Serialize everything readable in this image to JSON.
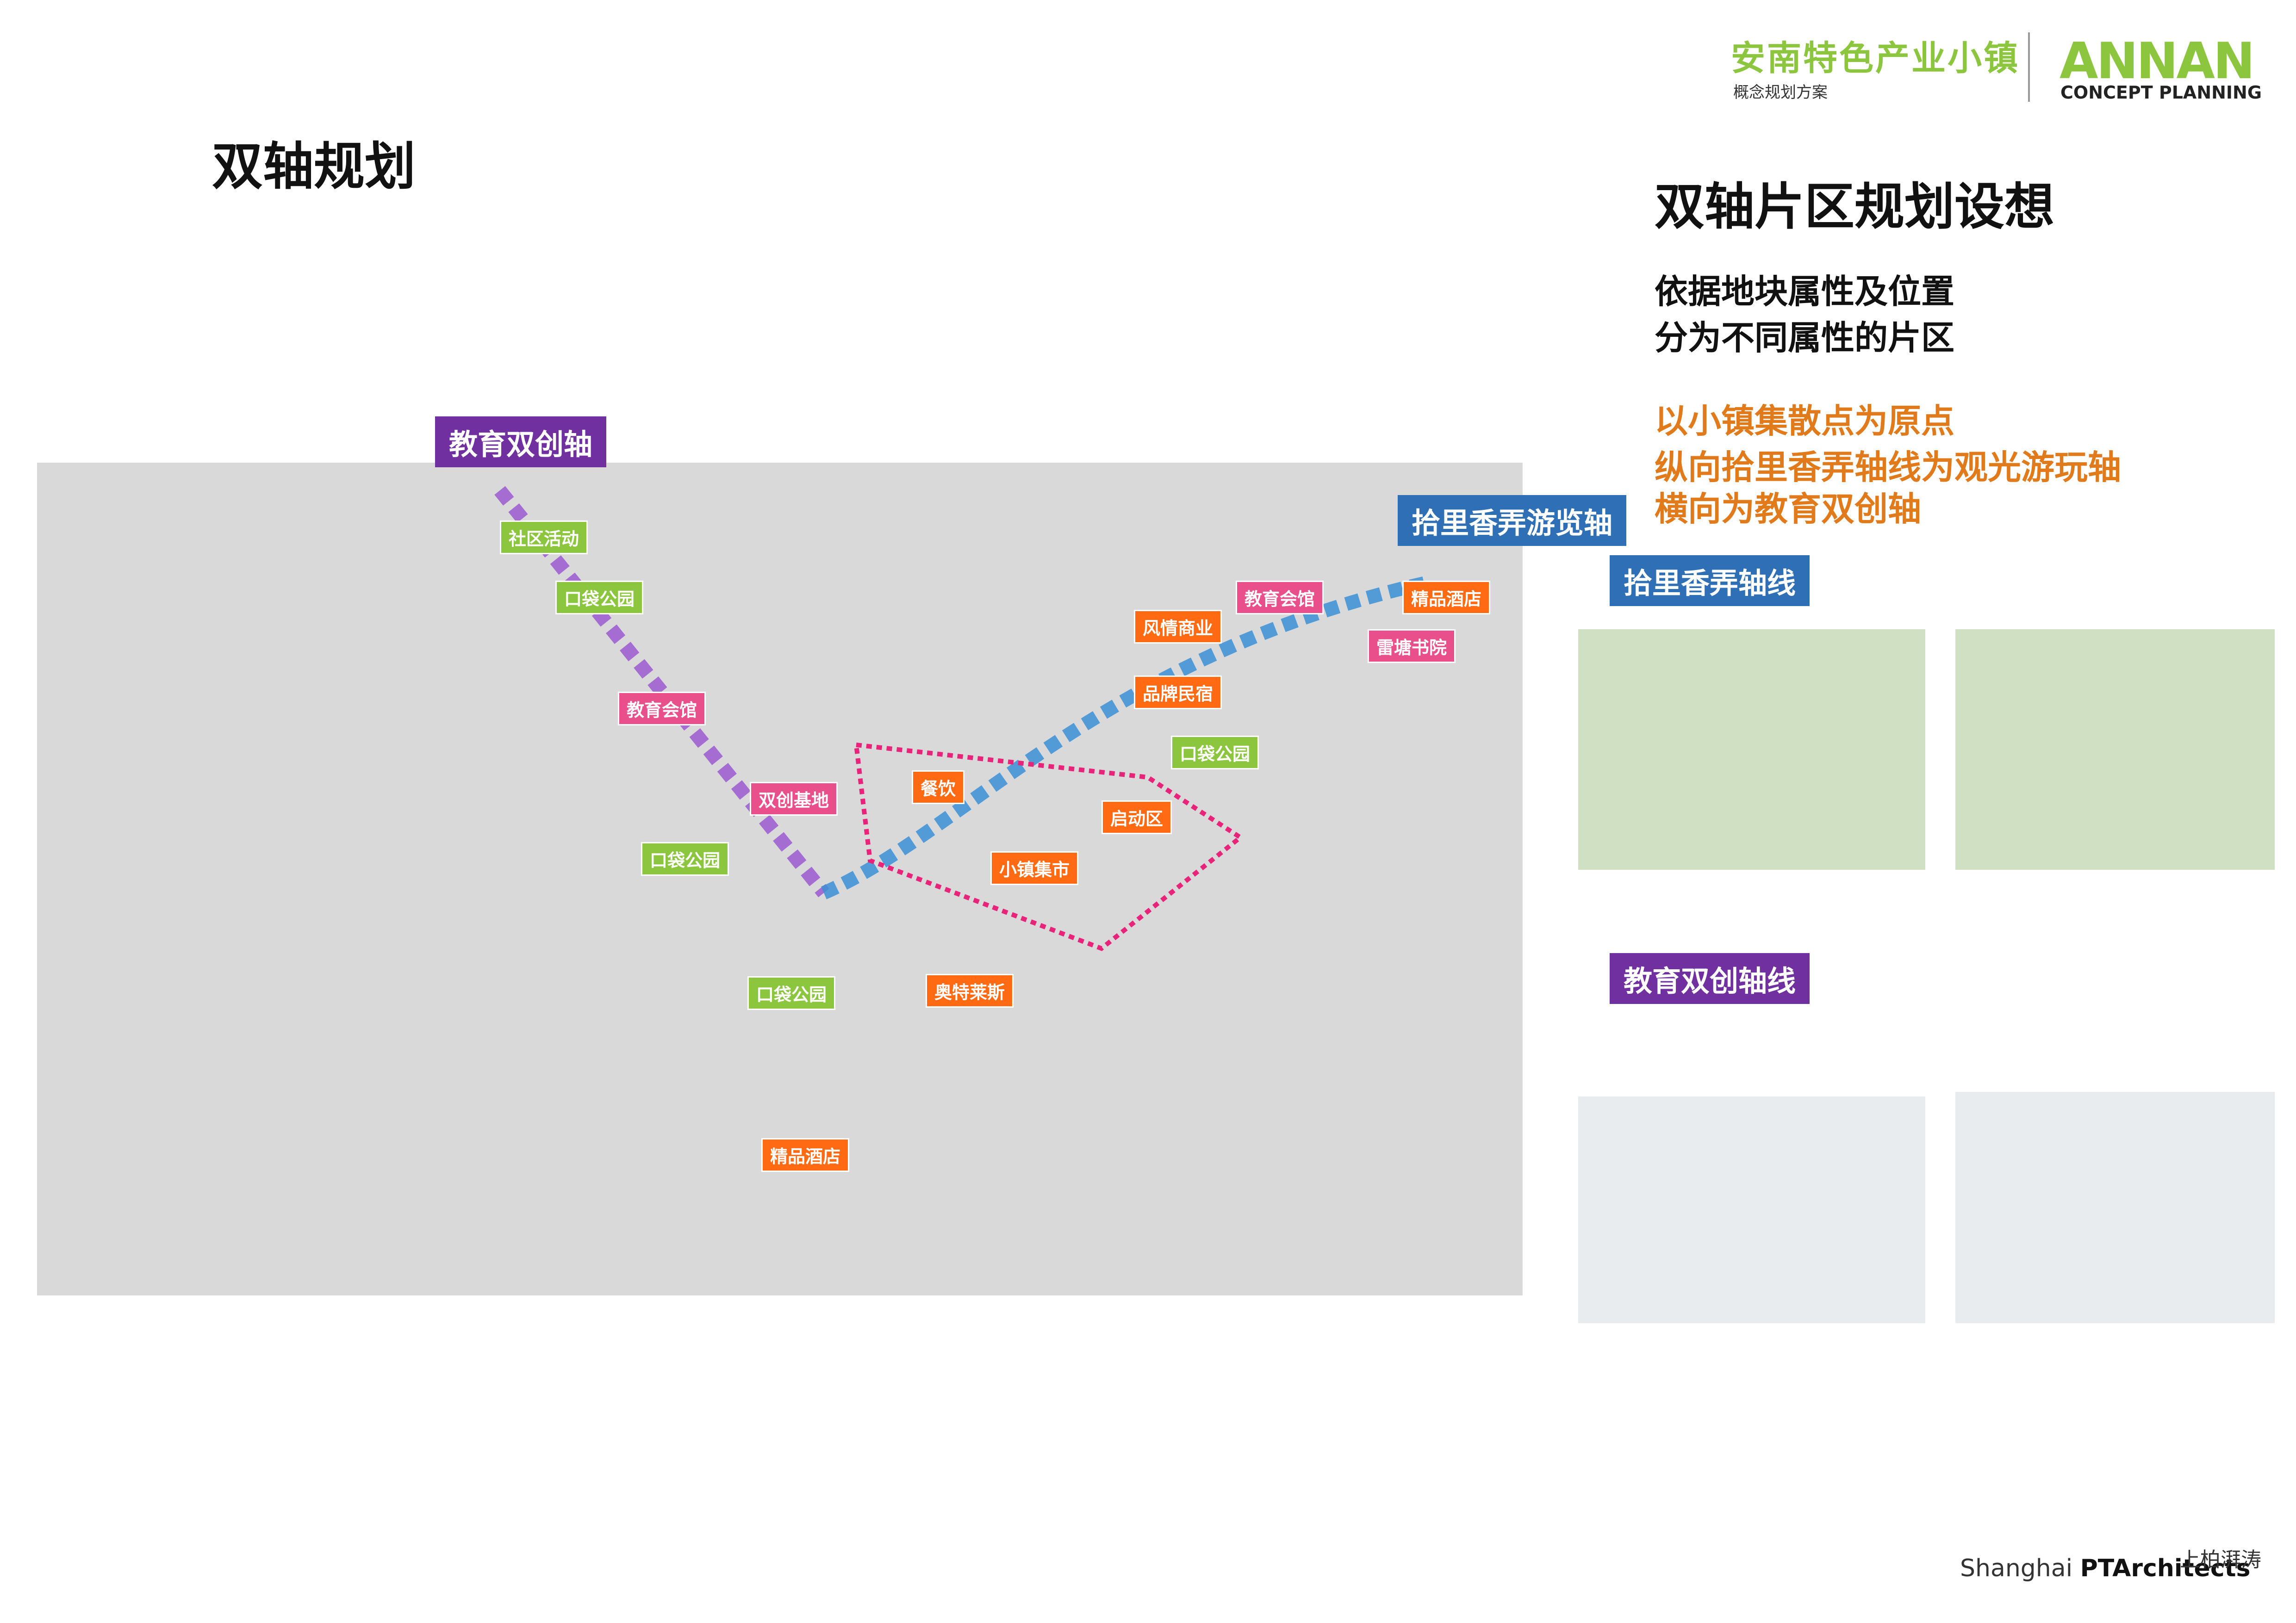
{
  "header": {
    "title_cn": "安南特色产业小镇",
    "subtitle_cn": "概念规划方案",
    "logo_main": "ANNAN",
    "logo_sub": "CONCEPT PLANNING"
  },
  "page_title": "双轴规划",
  "right": {
    "title": "双轴片区规划设想",
    "lines": [
      "依据地块属性及位置",
      "分为不同属性的片区"
    ],
    "orange_lines": [
      "以小镇集散点为原点",
      "纵向拾里香弄轴线为观光游玩轴",
      "横向为教育双创轴"
    ],
    "axis_blue": "拾里香弄轴线",
    "axis_purple": "教育双创轴线"
  },
  "map": {
    "axis_purple": "教育双创轴",
    "axis_blue": "拾里香弄游览轴",
    "labels": [
      {
        "text": "社区活动",
        "kind": "g"
      },
      {
        "text": "口袋公园",
        "kind": "g"
      },
      {
        "text": "教育会馆",
        "kind": "p"
      },
      {
        "text": "双创基地",
        "kind": "p"
      },
      {
        "text": "口袋公园",
        "kind": "g"
      },
      {
        "text": "口袋公园",
        "kind": "g"
      },
      {
        "text": "餐饮",
        "kind": "o"
      },
      {
        "text": "小镇集市",
        "kind": "o"
      },
      {
        "text": "启动区",
        "kind": "o"
      },
      {
        "text": "口袋公园",
        "kind": "g"
      },
      {
        "text": "品牌民宿",
        "kind": "o"
      },
      {
        "text": "风情商业",
        "kind": "o"
      },
      {
        "text": "教育会馆",
        "kind": "p"
      },
      {
        "text": "精品酒店",
        "kind": "o"
      },
      {
        "text": "雷塘书院",
        "kind": "p"
      },
      {
        "text": "奥特莱斯",
        "kind": "o"
      },
      {
        "text": "精品酒店",
        "kind": "o"
      }
    ]
  },
  "footer": {
    "brand_a": "Shanghai ",
    "brand_b": "PTArchitects",
    "brand_cn": "上柏湃涛"
  },
  "colors": {
    "green": "#8cc63f",
    "purple": "#7030a0",
    "blue": "#2f6fb5",
    "orange": "#ff6a13",
    "pink": "#e94f8a",
    "orange_text": "#e07a1a"
  }
}
